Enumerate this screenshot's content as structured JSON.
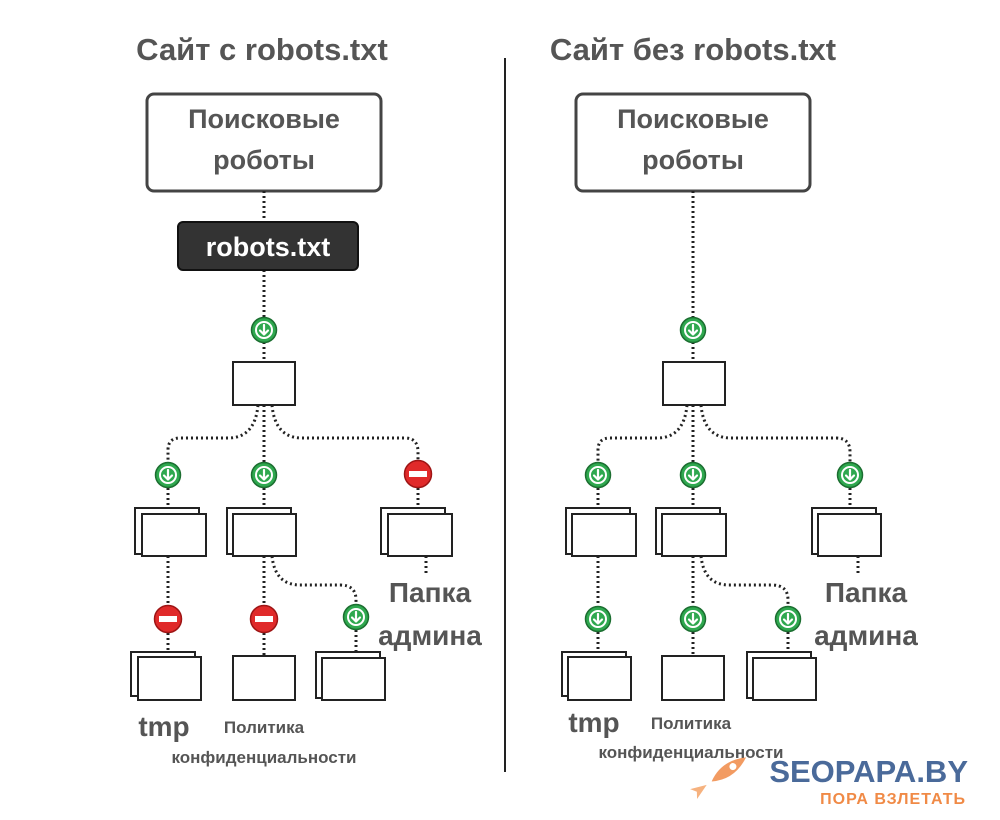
{
  "left": {
    "title": "Сайт с robots.txt",
    "robots_line1": "Поисковые",
    "robots_line2": "роботы",
    "file_label": "robots.txt",
    "label_admin_line1": "Папка",
    "label_admin_line2": "админа",
    "label_tmp": "tmp",
    "label_policy_line1": "Политика",
    "label_policy_line2": "конфиденциальности",
    "access": {
      "root": "allowed",
      "branch_1": "allowed",
      "branch_2": "allowed",
      "admin": "blocked",
      "tmp": "blocked",
      "policy": "blocked",
      "extra": "allowed"
    }
  },
  "right": {
    "title": "Сайт без robots.txt",
    "robots_line1": "Поисковые",
    "robots_line2": "роботы",
    "label_admin_line1": "Папка",
    "label_admin_line2": "админа",
    "label_tmp": "tmp",
    "label_policy_line1": "Политика",
    "label_policy_line2": "конфиденциальности",
    "access": {
      "root": "allowed",
      "branch_1": "allowed",
      "branch_2": "allowed",
      "admin": "allowed",
      "tmp": "allowed",
      "policy": "allowed",
      "extra": "allowed"
    }
  },
  "brand": {
    "name": "SEOPAPA.BY",
    "slogan": "ПОРА ВЗЛЕТАТЬ",
    "icon": "rocket-icon"
  },
  "colors": {
    "allowed": "#2fa84f",
    "blocked": "#e02a2a",
    "robots_file_bg": "#333333",
    "text": "#555555",
    "brand": "#4a6a9a",
    "slogan": "#f08a46"
  }
}
